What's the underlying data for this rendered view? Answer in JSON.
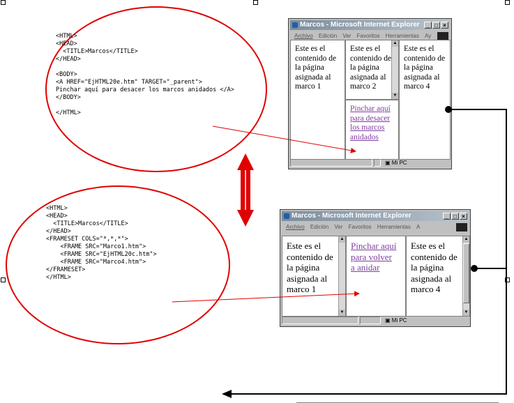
{
  "code_top": {
    "lines": [
      "<HTML>",
      "<HEAD>",
      "  <TITLE>Marcos</TITLE>",
      "</HEAD>",
      "",
      "<BODY>",
      "<A HREF=\"EjHTML20e.htm\" TARGET=\"_parent\">",
      "Pinchar aquí para desacer los marcos anidados </A>",
      "</BODY>",
      "",
      "</HTML>"
    ]
  },
  "code_bottom": {
    "lines": [
      "<HTML>",
      "<HEAD>",
      "  <TITLE>Marcos</TITLE>",
      "</HEAD>",
      "<FRAMESET COLS=\"*,*,*\">",
      "    <FRAME SRC=\"Marco1.htm\">",
      "    <FRAME SRC=\"EjHTML20c.htm\">",
      "    <FRAME SRC=\"Marco4.htm\">",
      "</FRAMESET>",
      "</HTML>"
    ]
  },
  "window_top": {
    "title": "Marcos - Microsoft Internet Explorer",
    "menu": [
      "Archivo",
      "Edición",
      "Ver",
      "Favoritos",
      "Herramientas",
      "Ay"
    ],
    "frame1_text": "Este es el contenido de la página asignada al marco 1",
    "frame2_text": "Este es el contenido de la página asignada al marco 2",
    "frame3_link": "Pinchar aquí para desacer los marcos anidados",
    "frame4_text": "Este es el contenido de la página asignada al marco 4",
    "status_zone": "Mi PC"
  },
  "window_bottom": {
    "title": "Marcos - Microsoft Internet Explorer",
    "menu": [
      "Archivo",
      "Edición",
      "Ver",
      "Favoritos",
      "Herramientas",
      "A"
    ],
    "frame1_text": "Este es el contenido de la página asignada al marco 1",
    "frame2_link": "Pinchar aquí para volver a anidar",
    "frame3_text": "Este es el contenido de la página asignada al marco 4",
    "status_zone": "Mi PC"
  },
  "colors": {
    "ellipse": "#e00000",
    "arrow": "#e00000",
    "link": "#8040a0",
    "connector": "#000000"
  }
}
